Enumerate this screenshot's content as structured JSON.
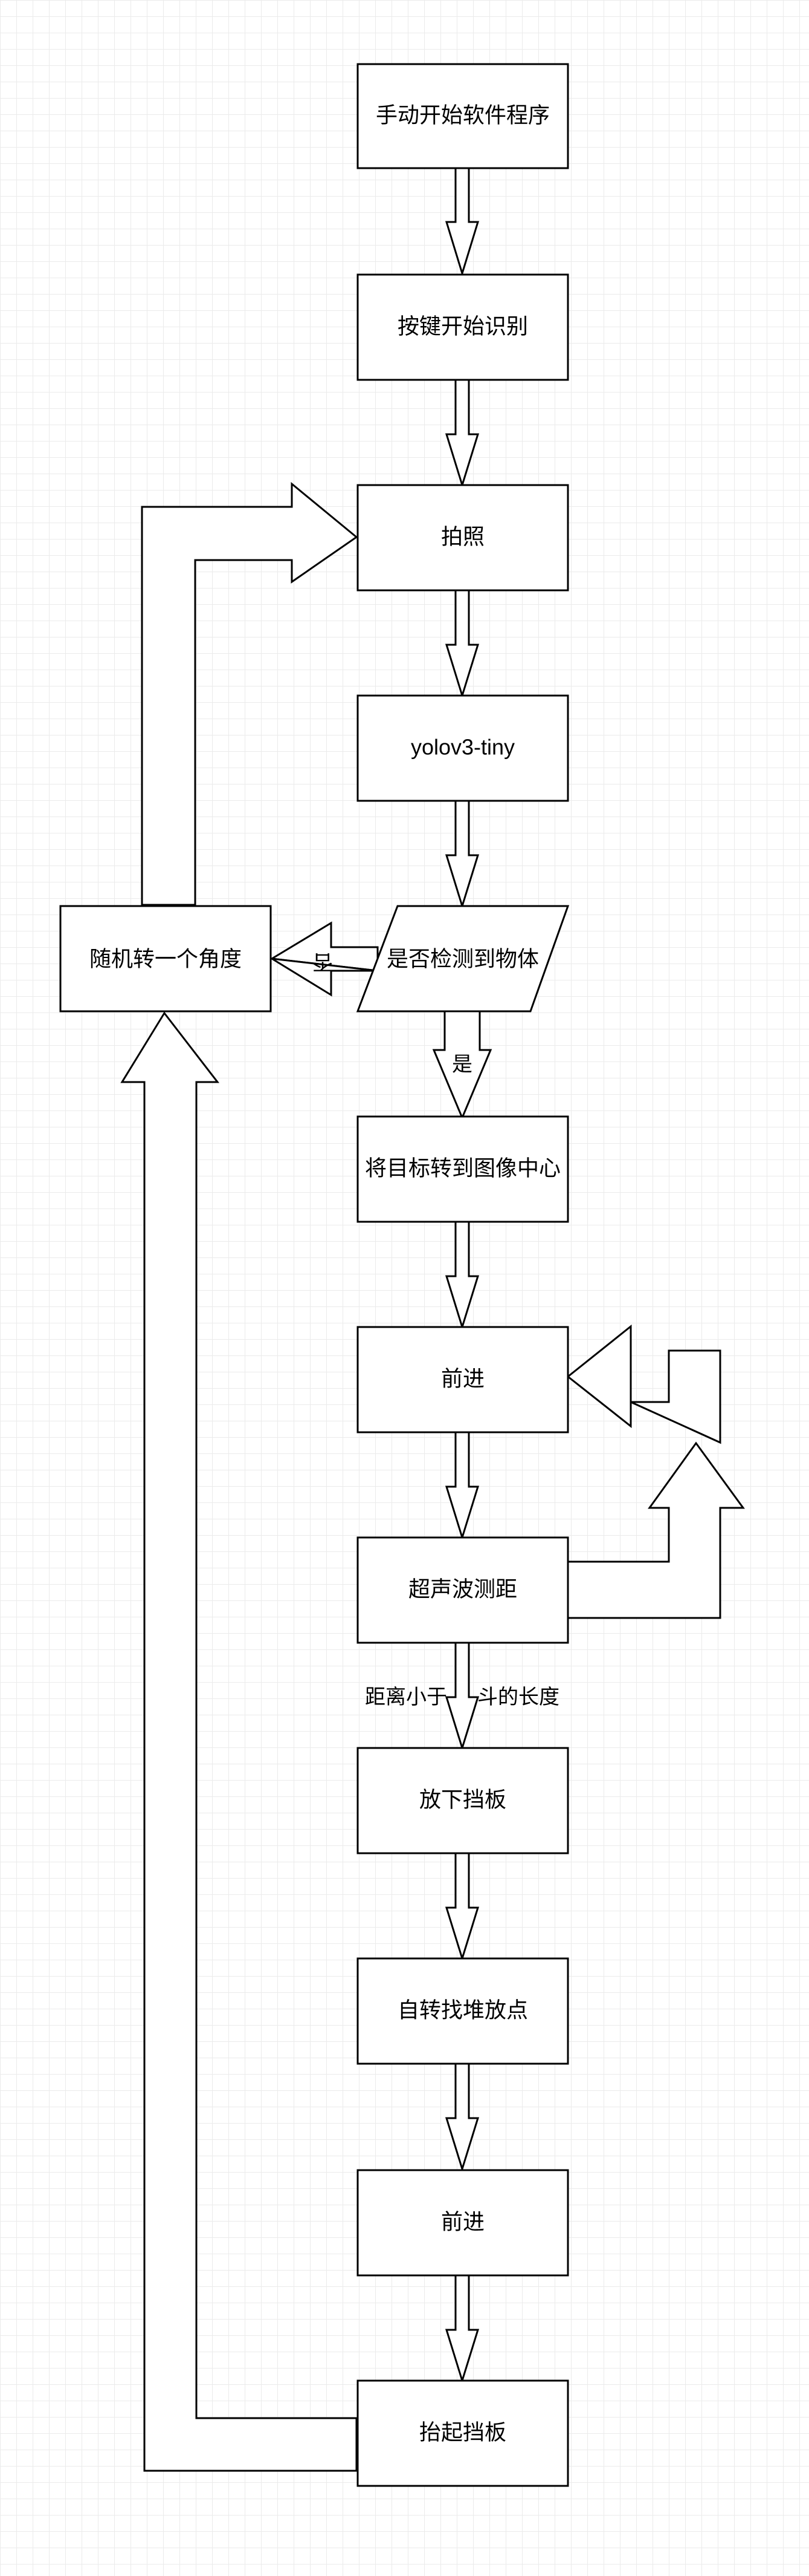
{
  "nodes": {
    "start": "手动开始软件程序",
    "key_start": "按键开始识别",
    "photo": "拍照",
    "model": "yolov3-tiny",
    "detected": "是否检测到物体",
    "random_turn": "随机转一个角度",
    "center": "将目标转到图像中心",
    "forward1": "前进",
    "ultrasonic": "超声波测距",
    "lower_baffle": "放下挡板",
    "find_stack": "自转找堆放点",
    "forward2": "前进",
    "raise_baffle": "抬起挡板"
  },
  "edges": {
    "no": "否",
    "yes": "是",
    "distance_left": "距离小于",
    "distance_right": "斗的长度"
  },
  "colors": {
    "stroke": "#000000",
    "fill": "#ffffff",
    "grid": "#ebebeb"
  }
}
